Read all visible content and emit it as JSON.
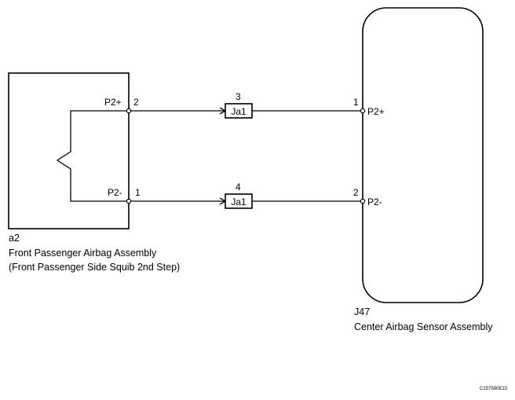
{
  "left_component": {
    "code": "a2",
    "name": "Front Passenger Airbag Assembly",
    "description": "(Front Passenger Side Squib 2nd Step)",
    "pins": [
      {
        "number": "2",
        "label": "P2+"
      },
      {
        "number": "1",
        "label": "P2-"
      }
    ]
  },
  "connectors": [
    {
      "number": "3",
      "label": "Ja1"
    },
    {
      "number": "4",
      "label": "Ja1"
    }
  ],
  "right_component": {
    "code": "J47",
    "name": "Center Airbag Sensor Assembly",
    "pins": [
      {
        "number": "1",
        "label": "P2+"
      },
      {
        "number": "2",
        "label": "P2-"
      }
    ]
  },
  "figure_id": "C157590E23"
}
